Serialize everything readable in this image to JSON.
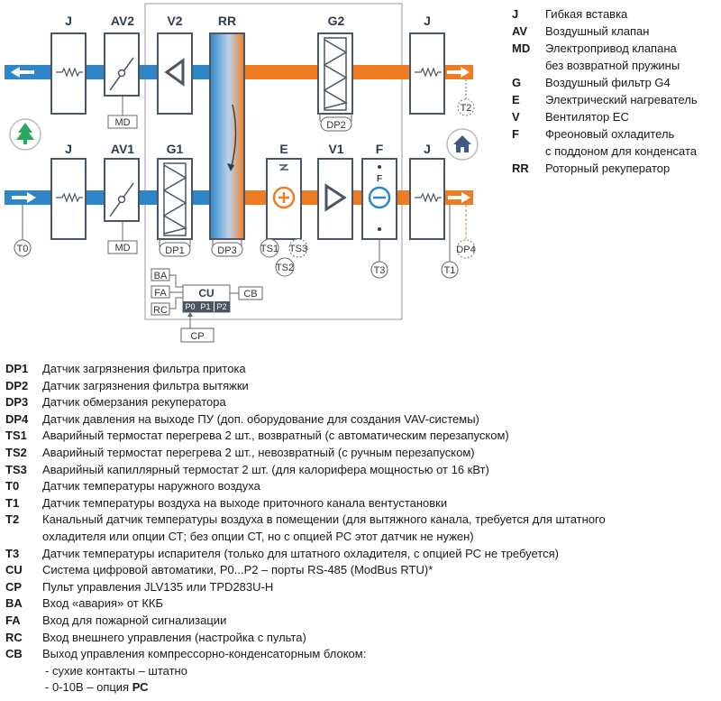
{
  "blocks": {
    "j_top_left": "J",
    "av2": "AV2",
    "v2": "V2",
    "rr": "RR",
    "g2": "G2",
    "j_top_right": "J",
    "j_bot_left": "J",
    "av1": "AV1",
    "g1": "G1",
    "e": "E",
    "v1": "V1",
    "f": "F",
    "j_bot_right": "J",
    "f_inner": "F"
  },
  "sensors": {
    "md_top": "MD",
    "md_bot": "MD",
    "dp1": "DP1",
    "dp2": "DP2",
    "dp3": "DP3",
    "dp4": "DP4",
    "ts1": "TS1",
    "ts2": "TS2",
    "ts3": "TS3",
    "t0": "T0",
    "t1": "T1",
    "t2": "T2",
    "t3": "T3"
  },
  "control": {
    "ba": "BA",
    "fa": "FA",
    "rc": "RC",
    "cu": "CU",
    "cb": "CB",
    "cp": "CP",
    "p0": "P0",
    "p1": "P1",
    "p2": "P2"
  },
  "legend_top": [
    {
      "code": "J",
      "desc": "Гибкая вставка"
    },
    {
      "code": "AV",
      "desc": "Воздушный клапан"
    },
    {
      "code": "MD",
      "desc": "Электропривод клапана"
    },
    {
      "code": "",
      "desc": "без возвратной пружины"
    },
    {
      "code": "G",
      "desc": "Воздушный фильтр G4"
    },
    {
      "code": "E",
      "desc": "Электрический нагреватель"
    },
    {
      "code": "V",
      "desc": "Вентилятор EC"
    },
    {
      "code": "F",
      "desc": "Фреоновый охладитель"
    },
    {
      "code": "",
      "desc": "с поддоном для конденсата"
    },
    {
      "code": "RR",
      "desc": "Роторный рекуператор"
    }
  ],
  "legend_bottom": [
    {
      "code": "DP1",
      "desc": "Датчик загрязнения фильтра притока"
    },
    {
      "code": "DP2",
      "desc": "Датчик загрязнения фильтра вытяжки"
    },
    {
      "code": "DP3",
      "desc": "Датчик обмерзания рекуператора"
    },
    {
      "code": "DP4",
      "desc": "Датчик давления на выходе ПУ (доп. оборудование для создания VAV-системы)"
    },
    {
      "code": "TS1",
      "desc": "Аварийный термостат перегрева 2 шт., возвратный (с автоматическим перезапуском)"
    },
    {
      "code": "TS2",
      "desc": "Аварийный термостат перегрева 2 шт., невозвратный (с ручным перезапуском)"
    },
    {
      "code": "TS3",
      "desc": "Аварийный капиллярный термостат 2 шт. (для калорифера мощностью от 16 кВт)"
    },
    {
      "code": "T0",
      "desc": "Датчик температуры наружного воздуха"
    },
    {
      "code": "T1",
      "desc": "Датчик температуры воздуха на выходе приточного канала вентустановки"
    },
    {
      "code": "T2",
      "desc": "Канальный датчик температуры воздуха в помещении (для вытяжного канала, требуется для штатного"
    },
    {
      "code": "",
      "desc": "охладителя или опции СТ; без опции СТ, но с опцией РС этот датчик не нужен)"
    },
    {
      "code": "T3",
      "desc": "Датчик температуры испарителя (только для штатного охладителя, с опцией РС не требуется)"
    },
    {
      "code": "CU",
      "desc": "Система цифровой автоматики, P0...P2 – порты RS-485 (ModBus RTU)*"
    },
    {
      "code": "CP",
      "desc": "Пульт управления JLV135 или TPD283U-H"
    },
    {
      "code": "BA",
      "desc": "Вход «авария» от ККБ"
    },
    {
      "code": "FA",
      "desc": "Вход для пожарной сигнализации"
    },
    {
      "code": "RC",
      "desc": "Вход внешнего управления (настройка с пульта)"
    },
    {
      "code": "CB",
      "desc": "Выход управления компрессорно-конденсаторным блоком:"
    }
  ],
  "legend_sub": {
    "line1": "- сухие контакты – штатно",
    "line2_prefix": "- 0-10В – опция ",
    "line2_bold": "РС"
  },
  "colors": {
    "orange": "#f07c22",
    "blue": "#2e86c8",
    "frame": "#4a5663",
    "dark": "#3d4753"
  }
}
